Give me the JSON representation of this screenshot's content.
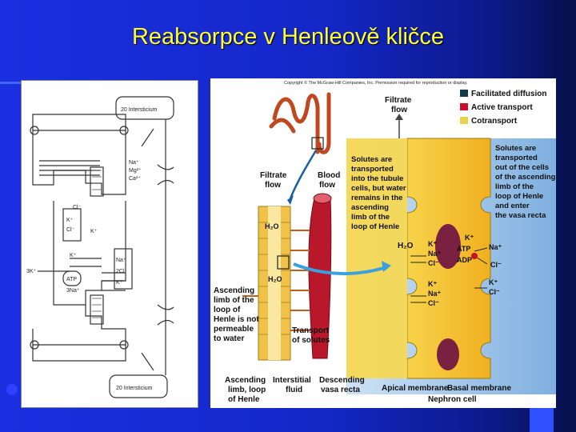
{
  "title": "Reabsorpce v Henleově kličce",
  "left_panel": {
    "top_box": "20 Intersticium",
    "bottom_box": "20 Intersticium",
    "ions_top": [
      "Na⁺",
      "Mg²⁺",
      "Ca²⁺"
    ],
    "ions_mid": [
      "Cl⁻",
      "K⁺",
      "K⁺",
      "Cl⁻",
      "K⁺",
      "K⁺"
    ],
    "ions_low": [
      "3K⁺",
      "ATP",
      "3Na⁺",
      "Na⁺",
      "2Cl",
      "K⁺"
    ]
  },
  "right_panel": {
    "copyright": "Copyright © The McGraw-Hill Companies, Inc. Permission required for reproduction or display.",
    "legend": [
      {
        "label": "Facilitated diffusion",
        "color": "#163a4a"
      },
      {
        "label": "Active transport",
        "color": "#c8102e"
      },
      {
        "label": "Cotransport",
        "color": "#e8d44a"
      }
    ],
    "filtrate_flow_top": [
      "Filtrate",
      "flow"
    ],
    "filtrate_flow_left": [
      "Filtrate",
      "flow"
    ],
    "blood_flow": [
      "Blood",
      "flow"
    ],
    "solutes_note_center": [
      "Solutes are",
      "transported",
      "into the tubule",
      "cells, but water",
      "remains in the",
      "ascending",
      "limb of the",
      "loop of Henle"
    ],
    "solutes_note_right": [
      "Solutes are",
      "transported",
      "out of the cells",
      "of the ascending",
      "limb of the",
      "loop of Henle",
      "and enter",
      "the vasa recta"
    ],
    "ascending_note": [
      "Ascending",
      "limb of the",
      "loop of",
      "Henle is not",
      "permeable",
      "to water"
    ],
    "transport_label": [
      "Transport",
      "of solutes"
    ],
    "bottom_labels": {
      "ascending": [
        "Ascending",
        "limb, loop",
        "of Henle"
      ],
      "interstitial": [
        "Interstitial",
        "fluid"
      ],
      "descending": [
        "Descending",
        "vasa recta"
      ],
      "apical": "Apical membrane",
      "basal": "Basal membrane",
      "nephron": "Nephron cell"
    },
    "h2o": "H₂O",
    "cell_ions_left": [
      "K⁺",
      "Na⁺",
      "Cl⁻"
    ],
    "cell_ions_right": [
      "K⁺",
      "Na⁺",
      "Cl⁻",
      "K⁺",
      "Cl⁻"
    ],
    "atp": "ATP",
    "adp": "ADP",
    "cell_ions_low": [
      "K⁺",
      "Na⁺",
      "Cl⁻"
    ]
  }
}
